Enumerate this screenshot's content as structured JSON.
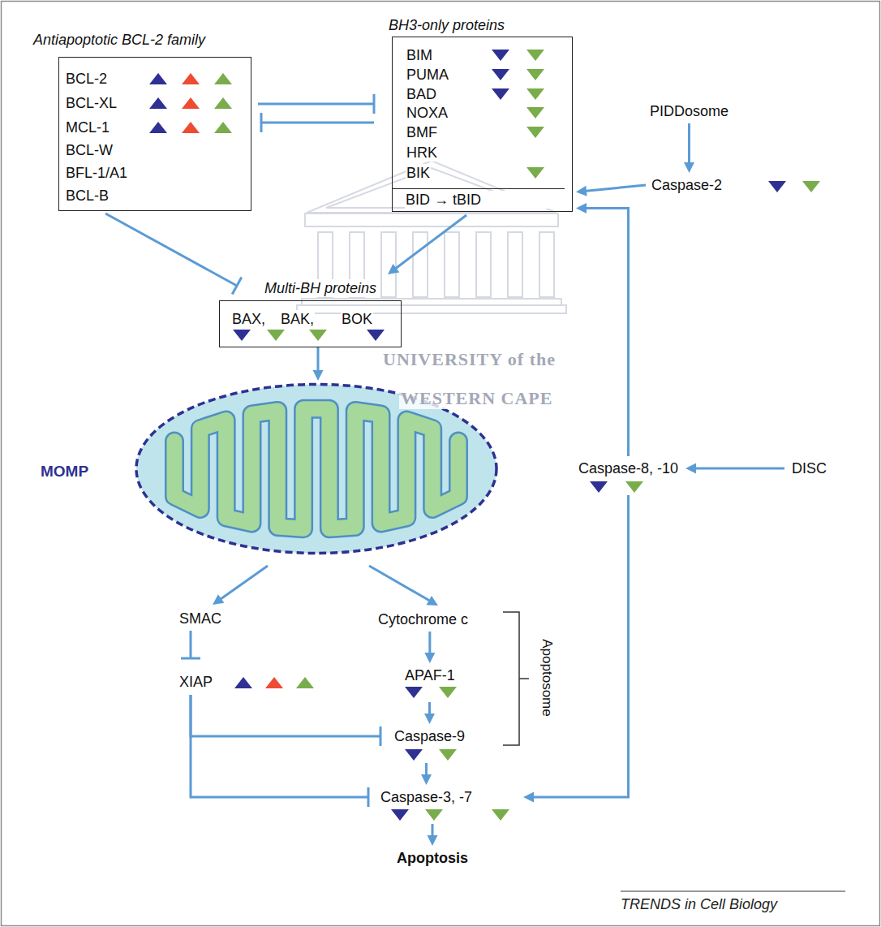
{
  "diagram": {
    "nodes": [
      {
        "text": [
          "Antiapoptotic BCL-2 family"
        ]
      },
      {
        "text": [
          "BCL-2"
        ],
        "in": 0
      },
      {
        "text": [
          "BCL-XL"
        ],
        "in": 0
      },
      {
        "text": [
          "MCL-1"
        ],
        "in": 0
      },
      {
        "text": [
          "BCL-W"
        ],
        "in": 0
      },
      {
        "text": [
          "BFL-1/A1"
        ],
        "in": 0
      },
      {
        "text": [
          "BCL-B"
        ],
        "in": 0
      },
      {
        "text": [
          "BH3-only proteins"
        ]
      },
      {
        "text": [
          "BIM"
        ],
        "in": 7
      },
      {
        "text": [
          "PUMA"
        ],
        "in": 7
      },
      {
        "text": [
          "BAD"
        ],
        "in": 7
      },
      {
        "text": [
          "NOXA"
        ],
        "in": 7
      },
      {
        "text": [
          "BMF"
        ],
        "in": 7
      },
      {
        "text": [
          "HRK"
        ],
        "in": 7
      },
      {
        "text": [
          "BIK"
        ],
        "in": 7
      },
      {
        "text": [
          "BID → tBID"
        ],
        "in": 7
      },
      {
        "text": [
          "PIDDosome"
        ]
      },
      {
        "text": [
          "Caspase-2"
        ]
      },
      {
        "text": [
          "Multi-BH proteins"
        ]
      },
      {
        "text": [
          "BAX,"
        ],
        "in": 18
      },
      {
        "text": [
          "BAK,"
        ],
        "in": 18
      },
      {
        "text": [
          "BOK"
        ],
        "in": 18
      },
      {
        "text": [
          "MOMP"
        ]
      },
      {
        "text": [
          "Caspase-8, -10"
        ]
      },
      {
        "text": [
          "DISC"
        ]
      },
      {
        "text": [
          "SMAC"
        ]
      },
      {
        "text": [
          "Cytochrome c"
        ]
      },
      {
        "text": [
          "XIAP"
        ]
      },
      {
        "text": [
          "APAF-1"
        ]
      },
      {
        "text": [
          "Caspase-9"
        ]
      },
      {
        "text": [
          "Caspase-3, -7"
        ]
      },
      {
        "text": [
          "Apoptosis"
        ]
      }
    ],
    "edges": [
      {
        "from": 0,
        "to": 7,
        "arrow": "to"
      },
      {
        "from": 7,
        "to": 0,
        "arrow": "to"
      },
      {
        "from": 0,
        "to": 18,
        "arrow": "to"
      },
      {
        "from": 15,
        "to": 18,
        "arrow": "to"
      },
      {
        "from": 16,
        "to": 17,
        "arrow": "to"
      },
      {
        "from": 17,
        "to": 15,
        "arrow": "to"
      },
      {
        "from": 24,
        "to": 23,
        "arrow": "to"
      },
      {
        "from": 23,
        "to": 15,
        "arrow": "to"
      },
      {
        "from": 23,
        "to": 30,
        "arrow": "to"
      },
      {
        "from": 18,
        "to": 22,
        "arrow": "to"
      },
      {
        "from": 22,
        "to": 25,
        "arrow": "to"
      },
      {
        "from": 22,
        "to": 26,
        "arrow": "to"
      },
      {
        "from": 25,
        "to": 27,
        "arrow": "to"
      },
      {
        "from": 26,
        "to": 28,
        "arrow": "to"
      },
      {
        "from": 28,
        "to": 29,
        "arrow": "to"
      },
      {
        "from": 29,
        "to": 30,
        "arrow": "to"
      },
      {
        "from": 30,
        "to": 31,
        "arrow": "to"
      },
      {
        "from": 27,
        "to": 29,
        "arrow": "to"
      },
      {
        "from": 27,
        "to": 30,
        "arrow": "to"
      }
    ],
    "labels": [
      "Apoptosome",
      "UNIVERSITY of the",
      "WESTERN CAPE",
      "TRENDS in Cell Biology"
    ]
  }
}
